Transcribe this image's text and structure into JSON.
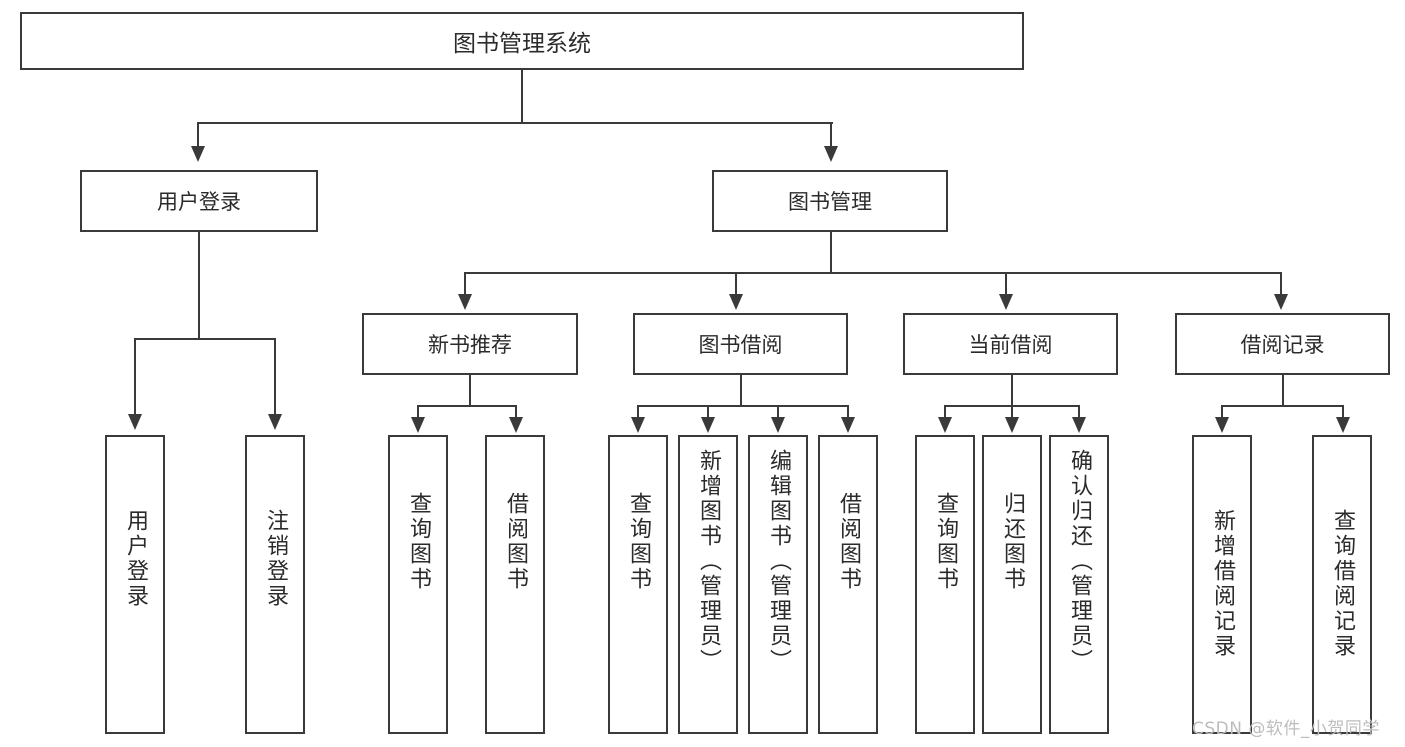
{
  "diagram": {
    "title": "图书管理系统",
    "root": {
      "label": "图书管理系统"
    },
    "level2": [
      {
        "label": "用户登录"
      },
      {
        "label": "图书管理"
      }
    ],
    "level3": [
      {
        "label": "新书推荐"
      },
      {
        "label": "图书借阅"
      },
      {
        "label": "当前借阅"
      },
      {
        "label": "借阅记录"
      }
    ],
    "leaves": {
      "user_login": [
        {
          "label": "用户登录"
        },
        {
          "label": "注销登录"
        }
      ],
      "new_book_recommend": [
        {
          "label": "查询图书"
        },
        {
          "label": "借阅图书"
        }
      ],
      "book_borrow": [
        {
          "label": "查询图书"
        },
        {
          "label": "新增图书（管理员）"
        },
        {
          "label": "编辑图书（管理员）"
        },
        {
          "label": "借阅图书"
        }
      ],
      "current_borrow": [
        {
          "label": "查询图书"
        },
        {
          "label": "归还图书"
        },
        {
          "label": "确认归还（管理员）"
        }
      ],
      "borrow_record": [
        {
          "label": "新增借阅记录"
        },
        {
          "label": "查询借阅记录"
        }
      ]
    }
  },
  "watermark": {
    "text": "CSDN @软件_小贺同学"
  },
  "colors": {
    "stroke": "#3a3a3a",
    "text": "#2b2b2b",
    "background": "#ffffff",
    "watermark": "#bdbdbd"
  }
}
